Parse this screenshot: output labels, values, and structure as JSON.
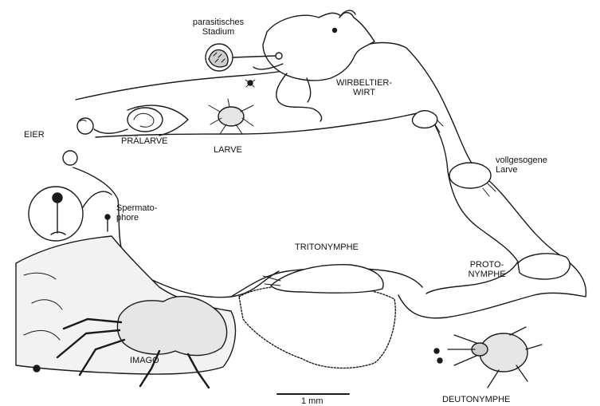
{
  "labels": {
    "parasitic_stage": [
      "parasitisches",
      "Stadium"
    ],
    "vertebrate_host": [
      "WIRBELTIER-",
      "WIRT"
    ],
    "eggs": "EIER",
    "prelarva": "PRÄLARVE",
    "larva": "LARVE",
    "engorged_larva": [
      "vollgesogene",
      "Larve"
    ],
    "spermatophore": [
      "Spermato-",
      "phore"
    ],
    "protonymph": [
      "PROTO-",
      "NYMPHE"
    ],
    "tritonymph": "TRITONYMPHE",
    "deutonymph": "DEUTONYMPHE",
    "imago": "IMAGO"
  },
  "scale_bar": {
    "label": "1 mm"
  },
  "colors": {
    "ink": "#1a1a1a",
    "paper": "#ffffff",
    "shade": "#cfcfcf"
  }
}
